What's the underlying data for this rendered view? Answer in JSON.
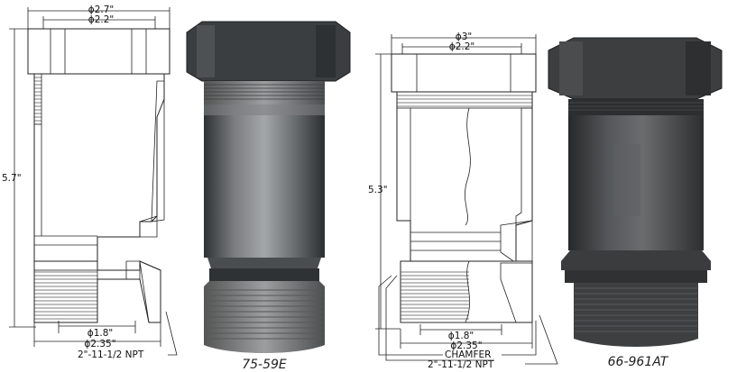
{
  "products": [
    {
      "id_label": "75-59E",
      "dimensions": {
        "outer_diameter": "ϕ2.7\"",
        "inner_diameter_top": "ϕ2.2\"",
        "length": "5.7\"",
        "bottom_inner": "ϕ1.8\"",
        "bottom_outer": "ϕ2.35\"",
        "thread": "2\"-11-1/2 NPT"
      }
    },
    {
      "id_label": "66-961AT",
      "dimensions": {
        "outer_diameter": "ϕ3\"",
        "inner_diameter_top": "ϕ2.2\"",
        "length": "5.3\"",
        "bottom_inner": "ϕ1.8\"",
        "bottom_outer": "ϕ2.35\"",
        "chamfer": "CHAMFER",
        "thread": "2\"-11-1/2 NPT"
      }
    }
  ],
  "colors": {
    "line": "#222222",
    "metal_dark": "#3f4245",
    "metal_mid": "#6f7275",
    "metal_light": "#a9abad"
  }
}
